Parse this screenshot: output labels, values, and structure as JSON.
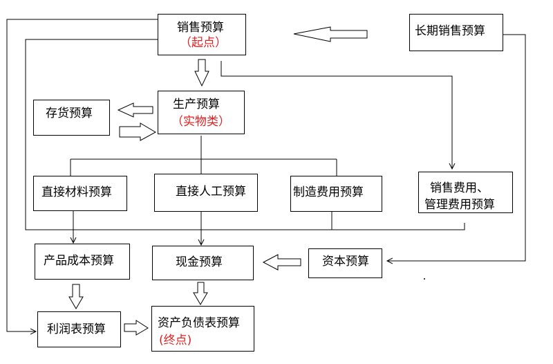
{
  "nodes": {
    "sales": {
      "label": "销售预算",
      "note": "（起点）"
    },
    "long_term_sales": {
      "label": "长期销售预算"
    },
    "production": {
      "label": "生产预算",
      "note": "（实物类）"
    },
    "inventory": {
      "label": "存货预算"
    },
    "direct_material": {
      "label": "直接材料预算"
    },
    "direct_labor": {
      "label": "直接人工预算"
    },
    "manufacturing_overhead": {
      "label": "制造费用预算"
    },
    "selling_admin": {
      "label_line1": "销售费用、",
      "label_line2": "管理费用预算"
    },
    "product_cost": {
      "label": "产品成本预算"
    },
    "cash": {
      "label": "现金预算"
    },
    "capital": {
      "label": "资本预算"
    },
    "income_statement": {
      "label": "利润表预算"
    },
    "balance_sheet": {
      "label": "资产负债表预算",
      "note": "(终点)"
    }
  },
  "colors": {
    "line": "#000000",
    "note": "#e02020"
  }
}
